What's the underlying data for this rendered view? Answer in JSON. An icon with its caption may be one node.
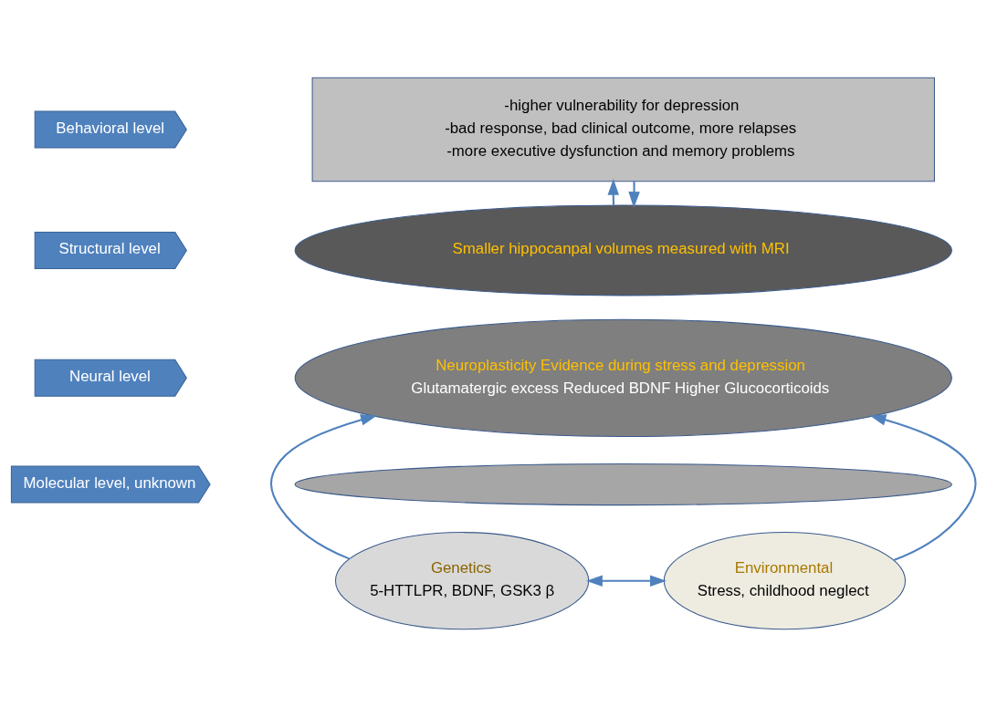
{
  "diagram": {
    "nodes": [
      {
        "text": [
          "Behavioral level"
        ]
      },
      {
        "text": [
          "-higher vulnerability for depression",
          "-bad response, bad clinical outcome, more relapses",
          "-more executive dysfunction and memory problems"
        ]
      },
      {
        "text": [
          "Structural level"
        ]
      },
      {
        "text": [
          "Smaller hippocanpal volumes measured with MRI"
        ]
      },
      {
        "text": [
          "Neural level"
        ]
      },
      {
        "text": [
          "Neuroplasticity Evidence during stress and depression",
          "Glutamatergic excess Reduced BDNF Higher Glucocorticoids"
        ]
      },
      {
        "text": [
          "Molecular level, unknown"
        ]
      },
      {
        "text": [],
        "shape": "ellipse"
      },
      {
        "text": [
          "Genetics",
          "5-HTTLPR, BDNF, GSK3 β"
        ]
      },
      {
        "text": [
          "Environmental",
          "Stress, childhood neglect"
        ]
      }
    ],
    "edges": [
      {
        "from": 3,
        "to": 1,
        "arrow": "to"
      },
      {
        "from": 1,
        "to": 3,
        "arrow": "to"
      },
      {
        "from": 8,
        "to": 5,
        "arrow": "to"
      },
      {
        "from": 9,
        "to": 5,
        "arrow": "to"
      },
      {
        "from": 8,
        "to": 9,
        "arrow": "both"
      }
    ]
  }
}
